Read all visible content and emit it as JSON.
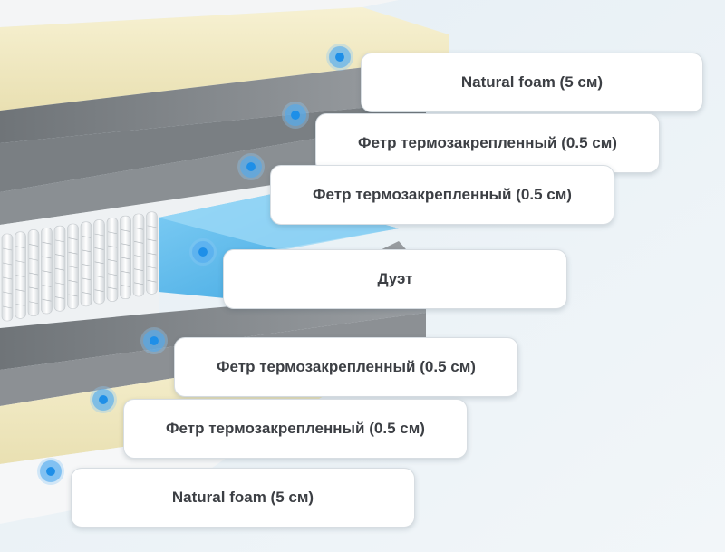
{
  "layers": [
    {
      "label": "Natural foam (5 см)"
    },
    {
      "label": "Фетр термозакрепленный (0.5 см)"
    },
    {
      "label": "Фетр термозакрепленный (0.5 см)"
    },
    {
      "label": "Дуэт"
    },
    {
      "label": "Фетр термозакрепленный (0.5 см)"
    },
    {
      "label": "Фетр термозакрепленный (0.5 см)"
    },
    {
      "label": "Natural foam (5 см)"
    }
  ],
  "colors": {
    "background": "#e9f1f6",
    "foam": "#f3ecc6",
    "felt": "#858a8f",
    "springs": "#f7f8f9",
    "blue_block": "#5ab8ec",
    "marker": "#1e8fe8"
  }
}
